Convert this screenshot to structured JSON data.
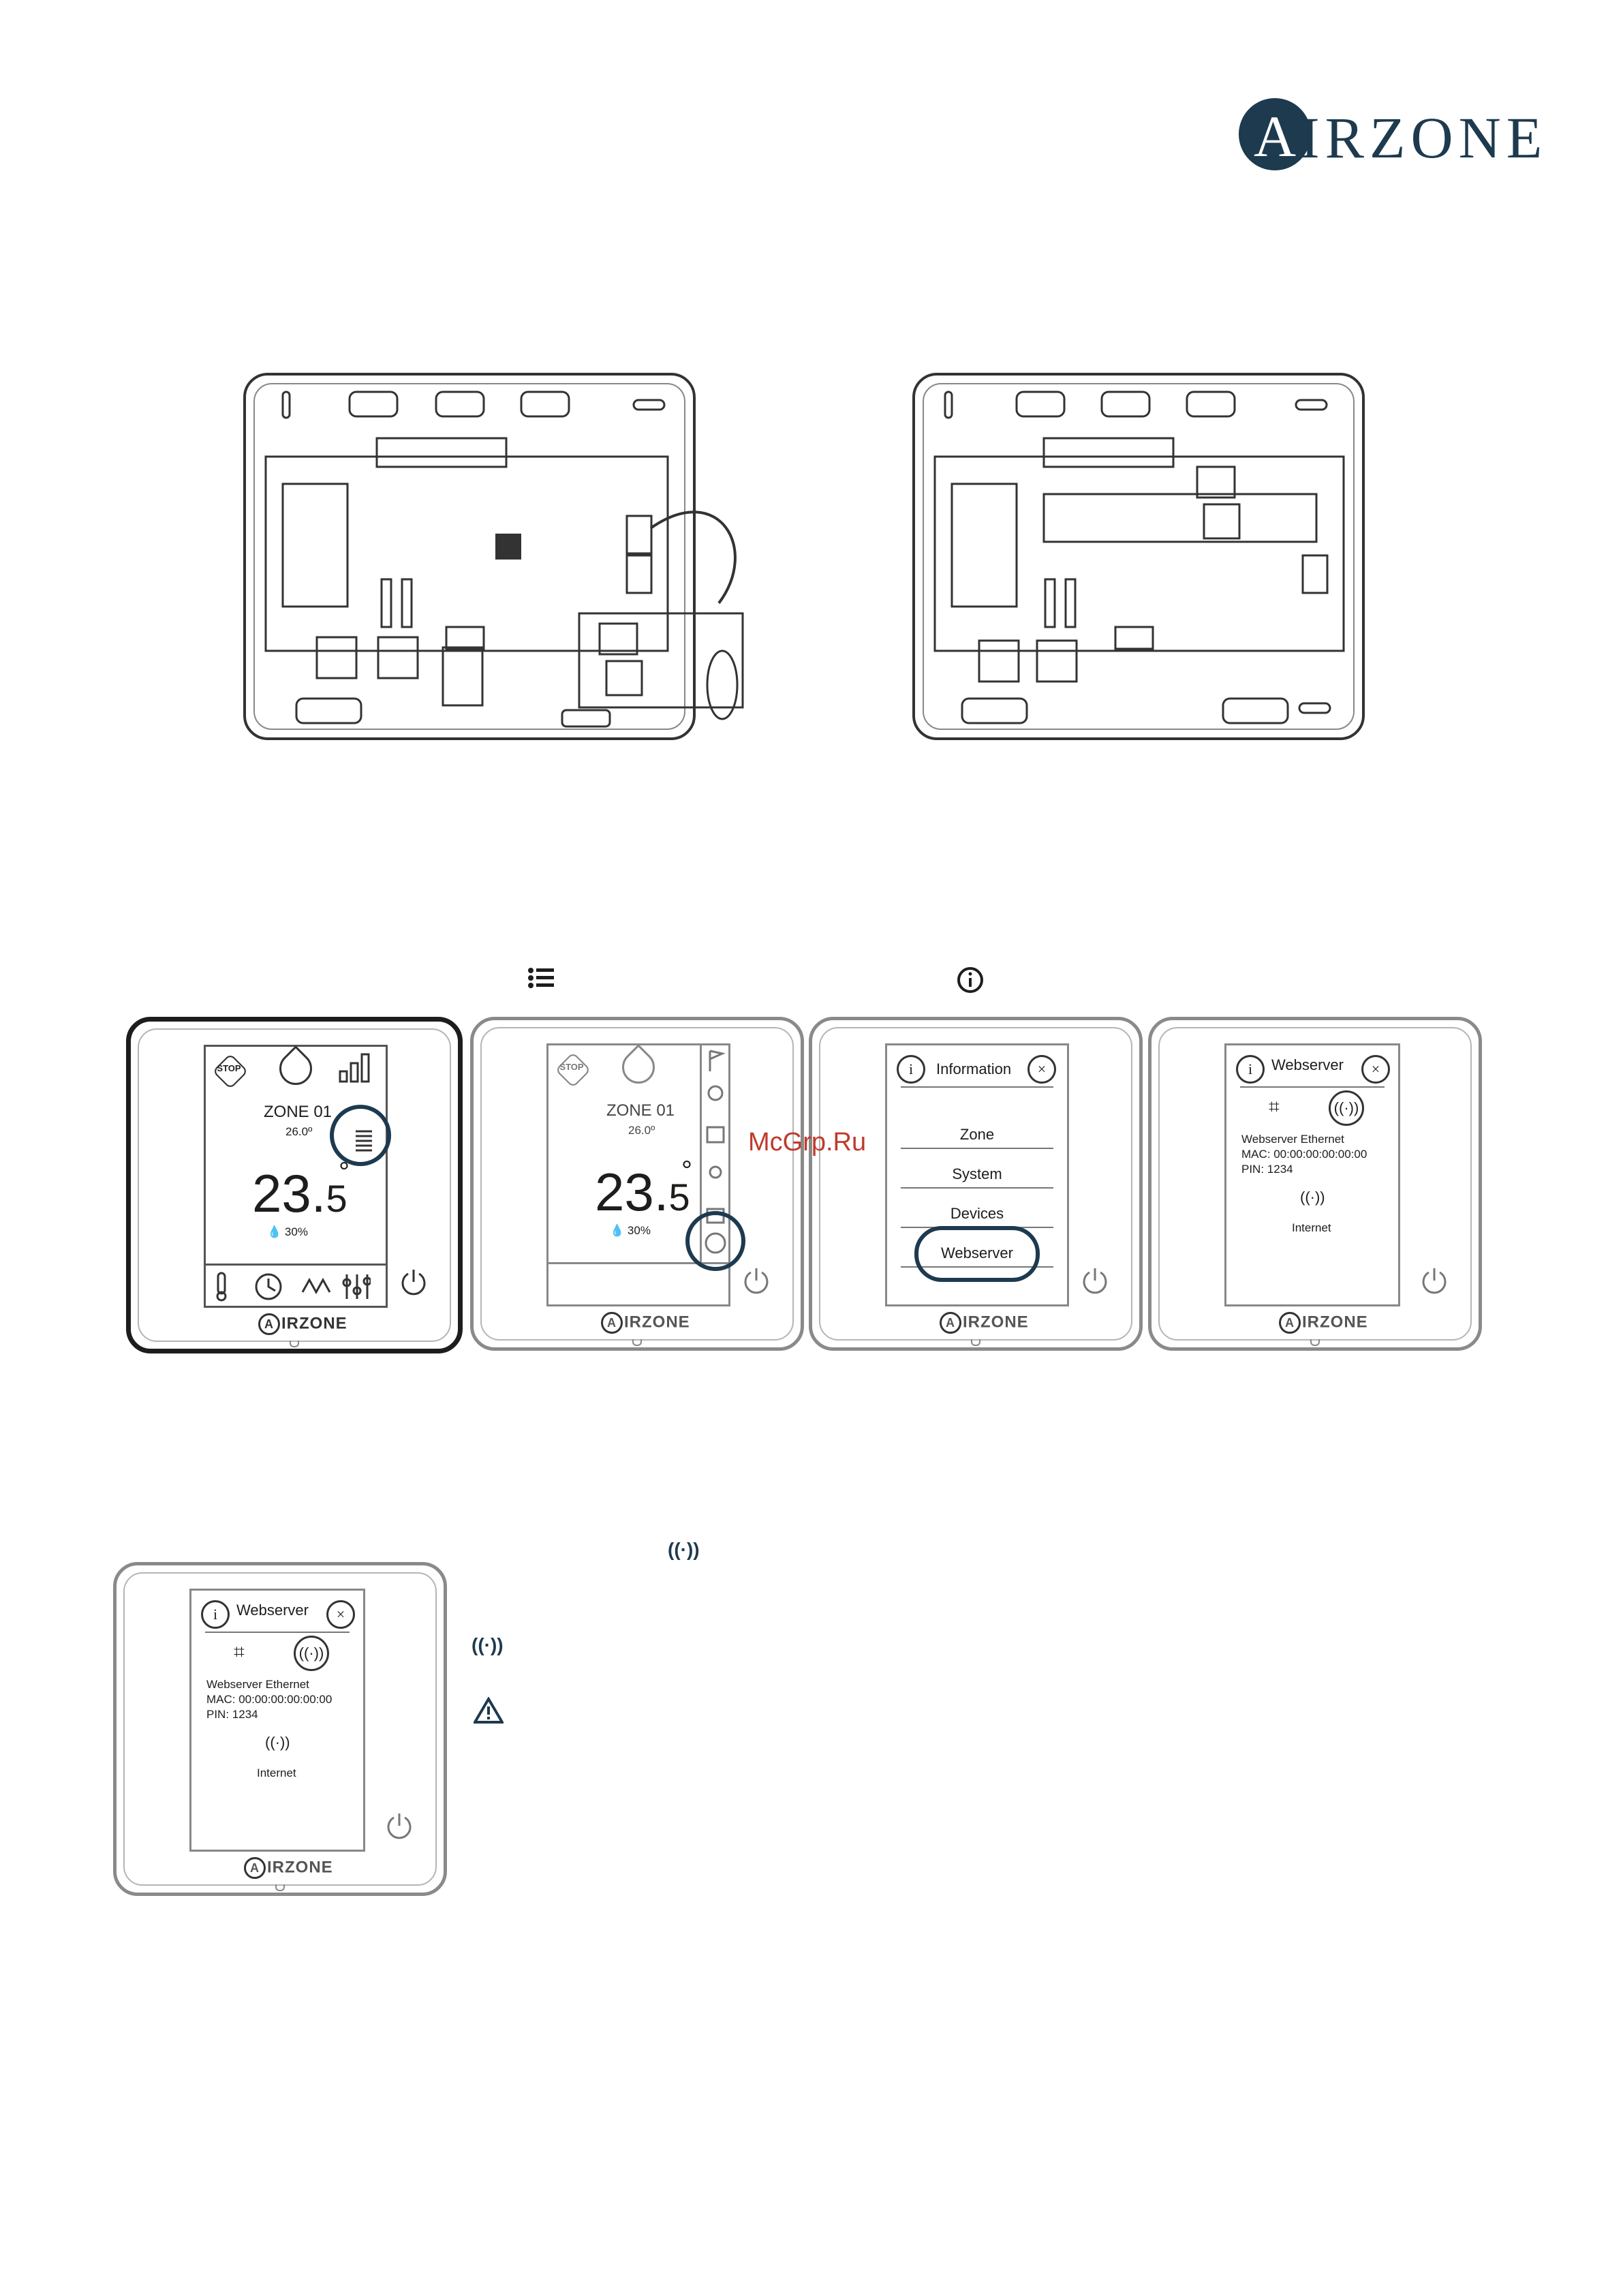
{
  "brand": {
    "logo_letter": "A",
    "logo_word": "IRZONE",
    "device_brand": "IRZONE",
    "accent": "#1d3a4f"
  },
  "watermark": "McGrp.Ru",
  "steps_icons": {
    "menu_icon": "list-icon",
    "info_icon": "info-icon",
    "signal_icon": "antenna-icon",
    "warning_icon": "warning-icon"
  },
  "thermostat_home": {
    "zone": "ZONE 01",
    "setpoint": "26.0º",
    "temp_int": "23",
    "temp_dec": "5",
    "degree": "°",
    "humidity": "30%",
    "stop": "STOP"
  },
  "info_menu": {
    "title": "Information",
    "items": [
      "Zone",
      "System",
      "Devices",
      "Webserver"
    ]
  },
  "webserver": {
    "title": "Webserver",
    "line1": "Webserver Ethernet",
    "line2": "MAC: 00:00:00:00:00:00",
    "line3": "PIN: 1234",
    "internet": "Internet"
  }
}
